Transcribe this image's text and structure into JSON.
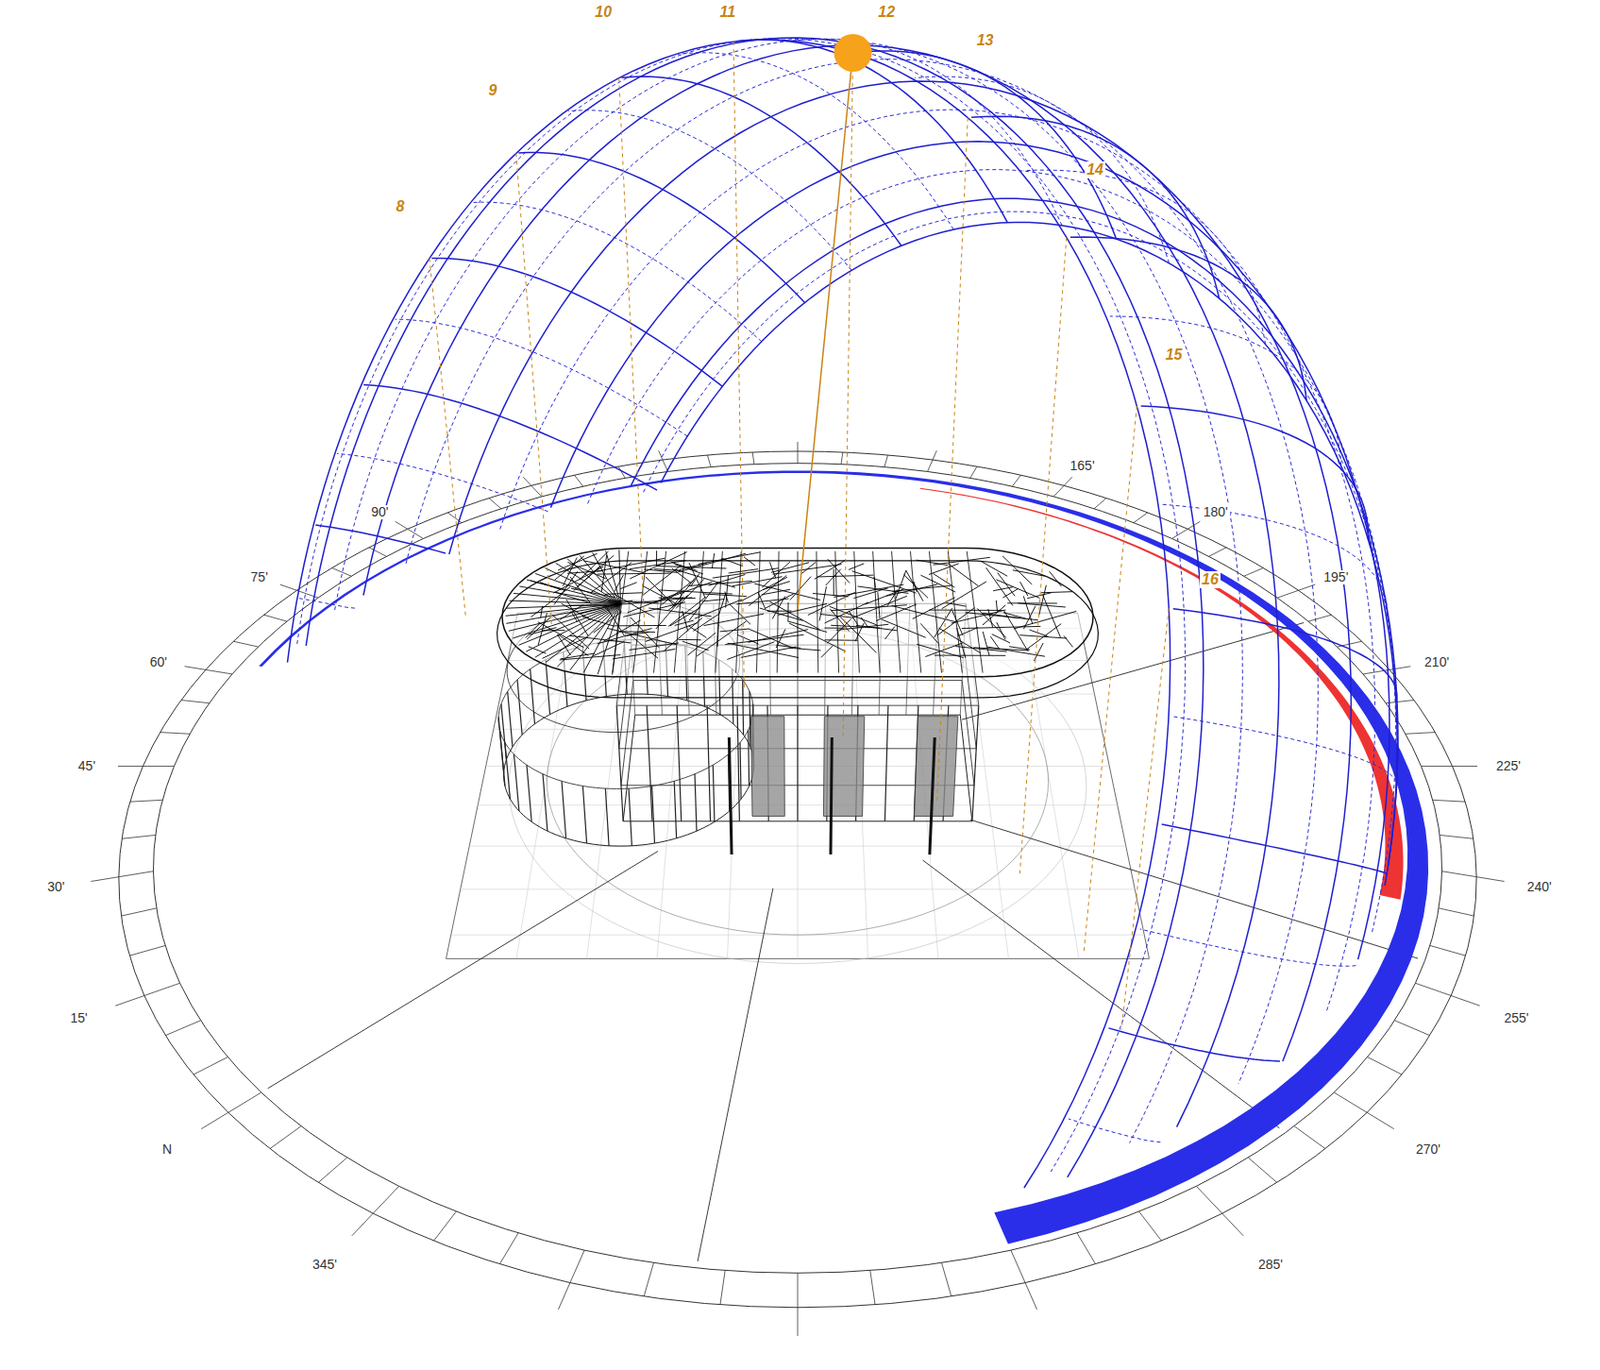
{
  "diagram": {
    "labels": [
      "8",
      "9",
      "10",
      "11",
      "12",
      "13",
      "14",
      "15",
      "16",
      "90'",
      "75'",
      "60'",
      "45'",
      "30'",
      "15'",
      "N",
      "345'",
      "285'",
      "270'",
      "255'",
      "240'",
      "225'",
      "210'",
      "195'",
      "180'",
      "165'"
    ]
  }
}
